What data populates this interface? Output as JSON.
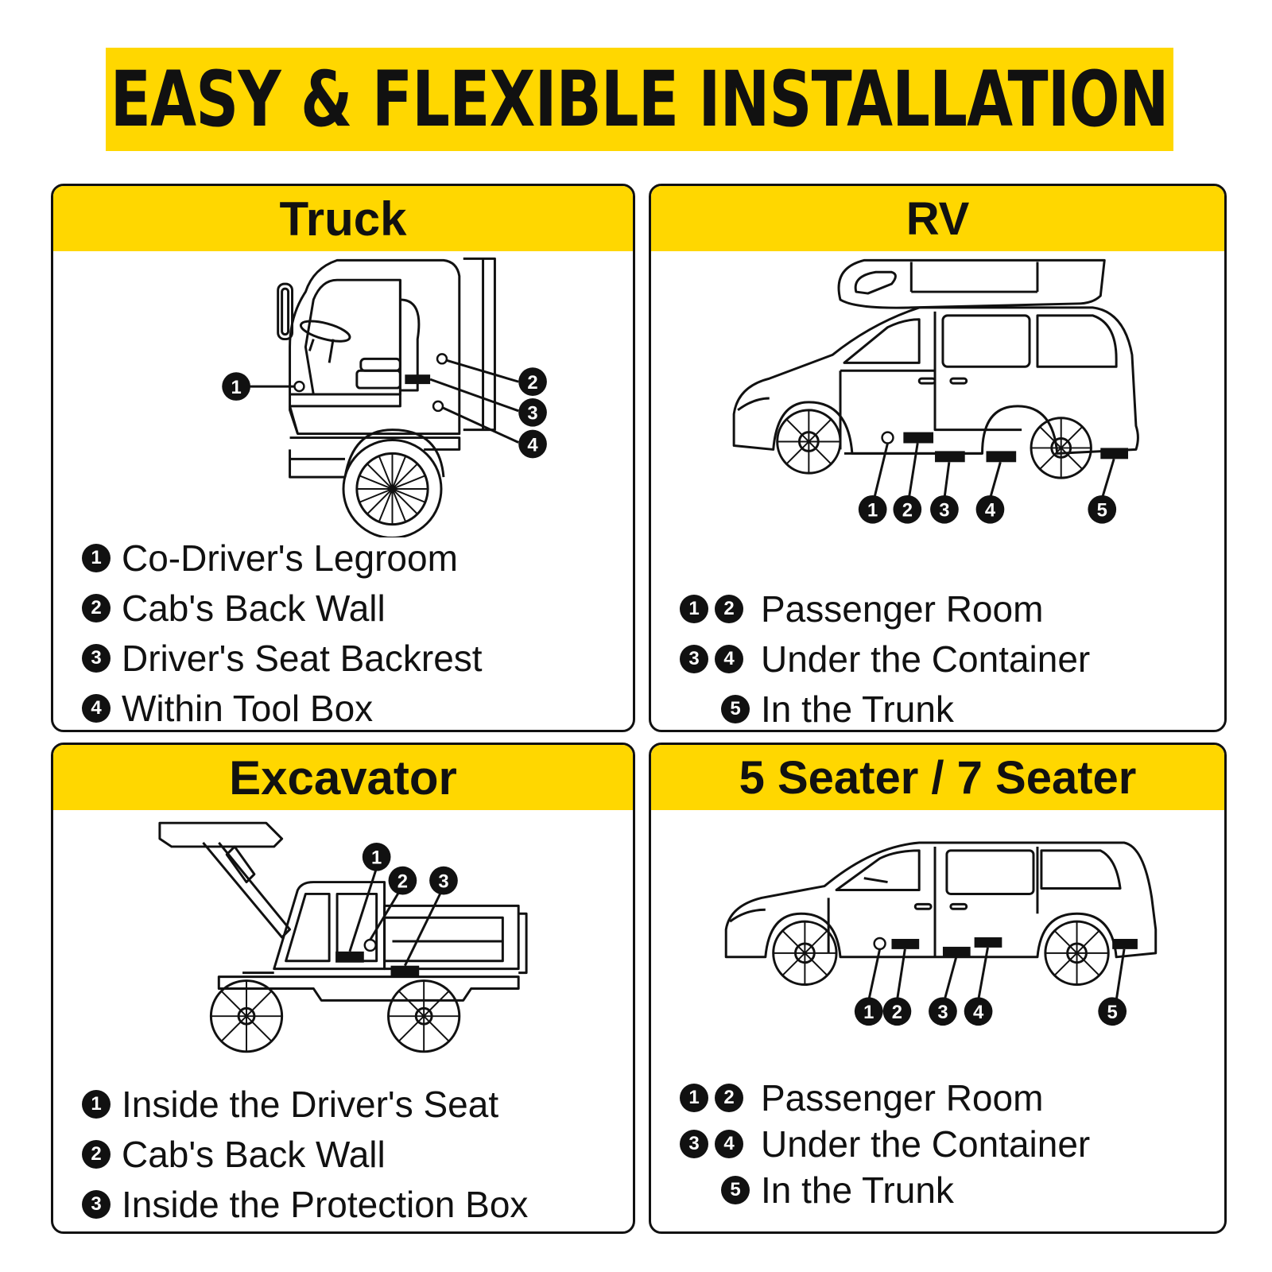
{
  "header": {
    "title": "EASY & FLEXIBLE INSTALLATION"
  },
  "colors": {
    "accent": "#FFD700",
    "ink": "#111111"
  },
  "panels": {
    "truck": {
      "title": "Truck",
      "items": [
        {
          "badges": [
            "1"
          ],
          "label": "Co-Driver's Legroom"
        },
        {
          "badges": [
            "2"
          ],
          "label": "Cab's Back Wall"
        },
        {
          "badges": [
            "3"
          ],
          "label": "Driver's Seat Backrest"
        },
        {
          "badges": [
            "4"
          ],
          "label": "Within Tool Box"
        }
      ]
    },
    "rv": {
      "title": "RV",
      "items": [
        {
          "badges": [
            "1",
            "2"
          ],
          "label": "Passenger Room"
        },
        {
          "badges": [
            "3",
            "4"
          ],
          "label": "Under the Container"
        },
        {
          "badges": [
            "5"
          ],
          "label": "In the Trunk"
        }
      ]
    },
    "excavator": {
      "title": "Excavator",
      "items": [
        {
          "badges": [
            "1"
          ],
          "label": "Inside the Driver's Seat"
        },
        {
          "badges": [
            "2"
          ],
          "label": "Cab's Back Wall"
        },
        {
          "badges": [
            "3"
          ],
          "label": "Inside the Protection Box"
        }
      ]
    },
    "car": {
      "title": "5 Seater / 7 Seater",
      "items": [
        {
          "badges": [
            "1",
            "2"
          ],
          "label": "Passenger Room"
        },
        {
          "badges": [
            "3",
            "4"
          ],
          "label": "Under the Container"
        },
        {
          "badges": [
            "5"
          ],
          "label": "In the Trunk"
        }
      ]
    }
  },
  "markers": [
    "1",
    "2",
    "3",
    "4",
    "5"
  ]
}
